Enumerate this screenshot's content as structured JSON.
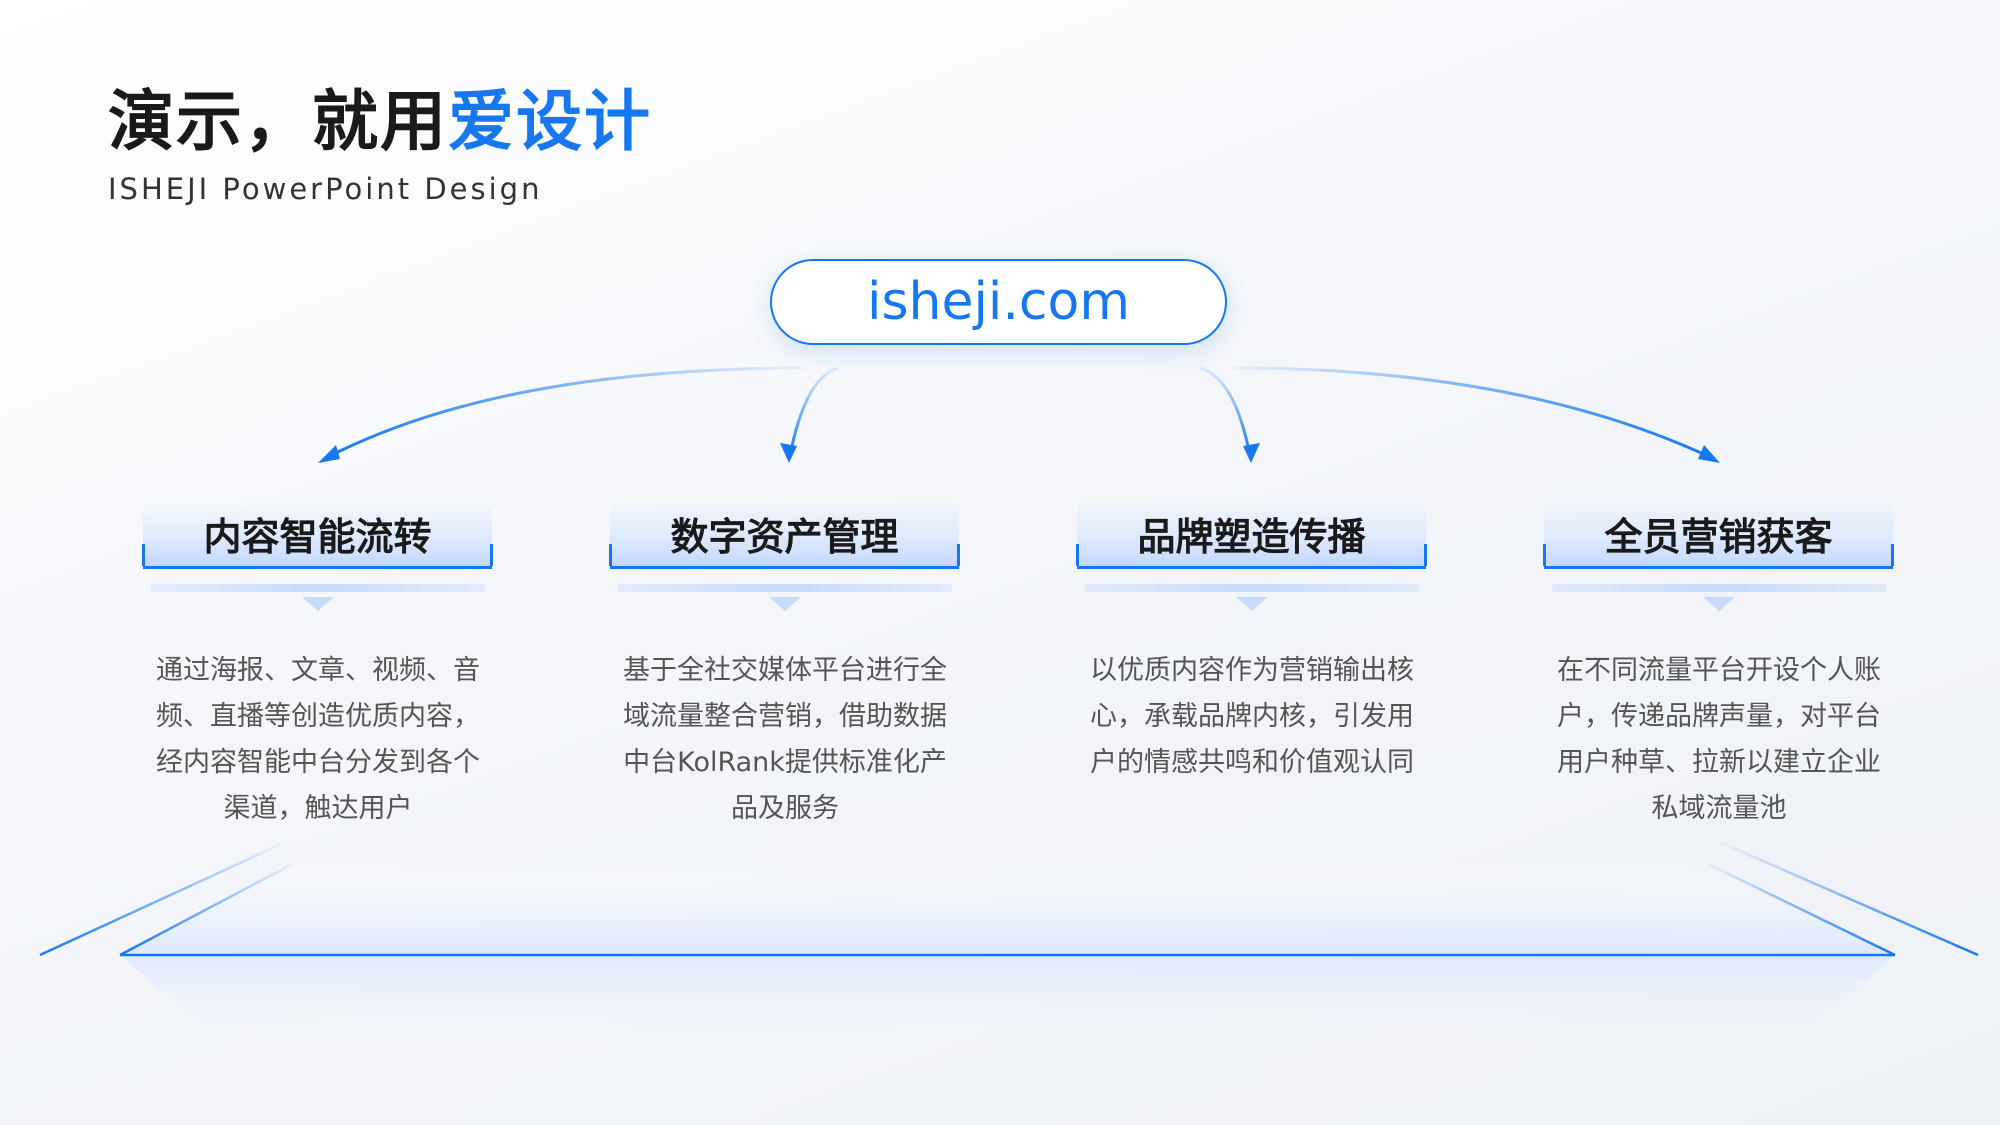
{
  "header": {
    "title_main": "演示，就用",
    "title_highlight": "爱设计",
    "subtitle": "ISHEJI  PowerPoint  Design"
  },
  "site_label": "isheji.com",
  "colors": {
    "accent": "#1677f0",
    "title_text": "#1a1a1a",
    "body_text": "#555555"
  },
  "cards": [
    {
      "title": "内容智能流转",
      "desc": "通过海报、文章、视频、音频、直播等创造优质内容，经内容智能中台分发到各个渠道，触达用户"
    },
    {
      "title": "数字资产管理",
      "desc": "基于全社交媒体平台进行全域流量整合营销，借助数据中台KolRank提供标准化产品及服务"
    },
    {
      "title": "品牌塑造传播",
      "desc": "以优质内容作为营销输出核心，承载品牌内核，引发用户的情感共鸣和价值观认同"
    },
    {
      "title": "全员营销获客",
      "desc": "在不同流量平台开设个人账户，传递品牌声量，对平台用户种草、拉新以建立企业私域流量池"
    }
  ]
}
